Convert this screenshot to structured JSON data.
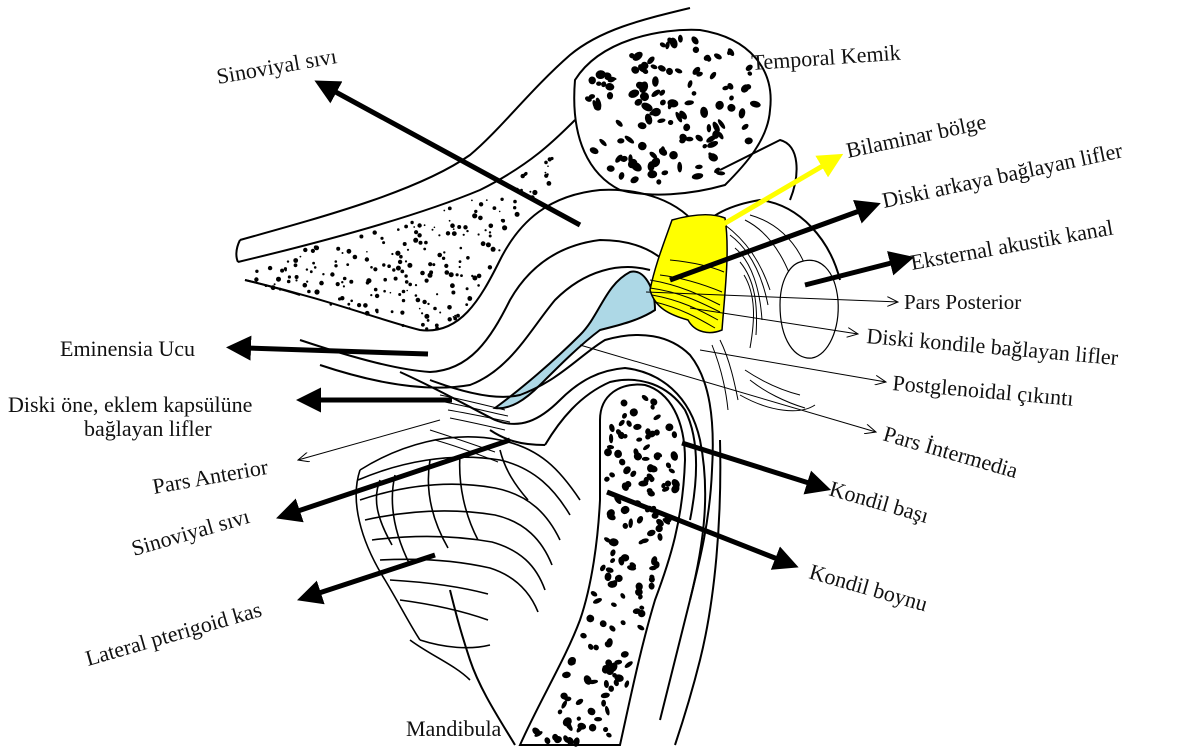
{
  "labels": {
    "temporal_kemik": "Temporal Kemik",
    "sinoviyal_sivi_top": "Sinoviyal sıvı",
    "bilaminar_bolge": "Bilaminar bölge",
    "diski_arkaya": "Diski arkaya bağlayan lifler",
    "eksternal_akustik": "Eksternal akustik kanal",
    "pars_posterior": "Pars Posterior",
    "diski_kondile": "Diski kondile bağlayan lifler",
    "postglenoidal": "Postglenoidal çıkıntı",
    "pars_intermedia": "Pars İntermedia",
    "kondil_basi": "Kondil başı",
    "kondil_boynu": "Kondil boynu",
    "eminensia_ucu": "Eminensia Ucu",
    "diski_one_line1": "Diski öne, eklem kapsülüne",
    "diski_one_line2": "bağlayan lifler",
    "pars_anterior": "Pars Anterior",
    "sinoviyal_sivi_bottom": "Sinoviyal sıvı",
    "lateral_pterigoid": "Lateral pterigoid kas",
    "mandibula": "Mandibula"
  },
  "colors": {
    "disc_blue": "#add8e6",
    "bilaminar_yellow": "#ffff00",
    "ink": "#111111",
    "arrow": "#000000"
  }
}
